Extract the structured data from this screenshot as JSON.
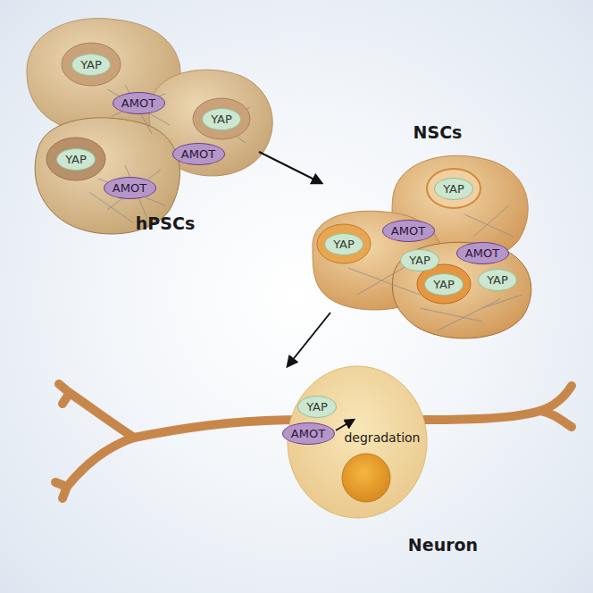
{
  "diagram": {
    "nodes": [
      {
        "text": [
          "YAP"
        ]
      },
      {
        "text": [
          "AMOT"
        ]
      },
      {
        "text": [
          "YAP"
        ]
      },
      {
        "text": [
          "AMOT"
        ]
      },
      {
        "text": [
          "YAP"
        ]
      },
      {
        "text": [
          "AMOT"
        ]
      },
      {
        "text": [
          "YAP"
        ]
      },
      {
        "text": [
          "AMOT"
        ]
      },
      {
        "text": [
          "YAP"
        ]
      },
      {
        "text": [
          "YAP"
        ]
      },
      {
        "text": [
          "AMOT"
        ]
      },
      {
        "text": [
          "YAP"
        ]
      },
      {
        "text": [
          "YAP"
        ]
      },
      {
        "text": [
          "YAP"
        ]
      },
      {
        "text": [
          "AMOT"
        ]
      }
    ],
    "labels": [
      "hPSCs",
      "NSCs",
      "Neuron",
      "degradation"
    ]
  }
}
